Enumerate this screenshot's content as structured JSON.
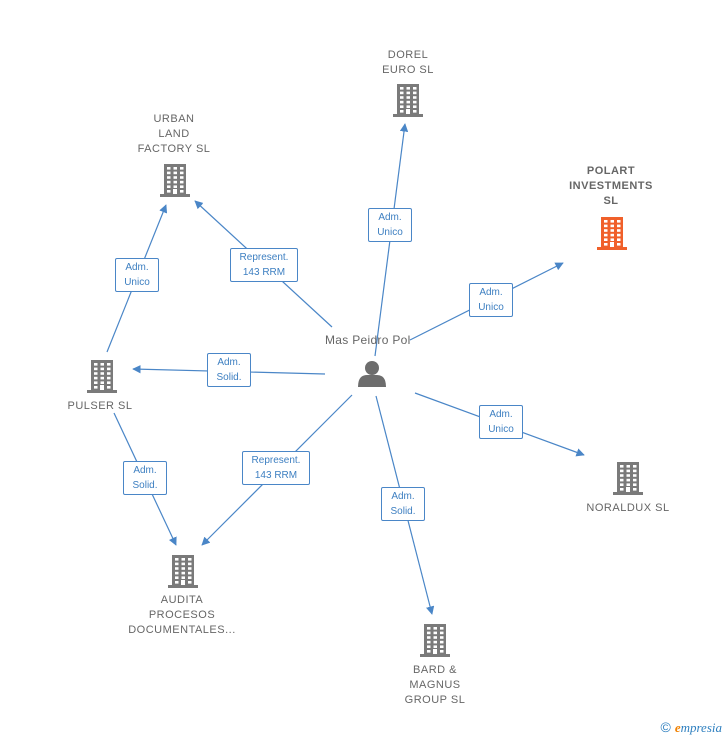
{
  "center": {
    "label": "Mas Peidro Pol"
  },
  "nodes": [
    {
      "id": "dorel",
      "label": "DOREL\nEURO SL",
      "highlight": false
    },
    {
      "id": "urban",
      "label": "URBAN\nLAND\nFACTORY  SL",
      "highlight": false
    },
    {
      "id": "polart",
      "label": "POLART\nINVESTMENTS\nSL",
      "highlight": true
    },
    {
      "id": "pulser",
      "label": "PULSER SL",
      "highlight": false
    },
    {
      "id": "noraldux",
      "label": "NORALDUX  SL",
      "highlight": false
    },
    {
      "id": "audita",
      "label": "AUDITA\nPROCESOS\nDOCUMENTALES...",
      "highlight": false
    },
    {
      "id": "bard",
      "label": "BARD &\nMAGNUS\nGROUP  SL",
      "highlight": false
    }
  ],
  "edges": [
    {
      "from": "center",
      "to": "dorel",
      "label": "Adm.\nUnico"
    },
    {
      "from": "center",
      "to": "urban",
      "label": "Represent.\n143 RRM"
    },
    {
      "from": "center",
      "to": "polart",
      "label": "Adm.\nUnico"
    },
    {
      "from": "center",
      "to": "pulser",
      "label": "Adm.\nSolid."
    },
    {
      "from": "center",
      "to": "noraldux",
      "label": "Adm.\nUnico"
    },
    {
      "from": "center",
      "to": "audita",
      "label": "Represent.\n143 RRM"
    },
    {
      "from": "center",
      "to": "bard",
      "label": "Adm.\nSolid."
    },
    {
      "from": "pulser",
      "to": "urban",
      "label": "Adm.\nUnico"
    },
    {
      "from": "pulser",
      "to": "audita",
      "label": "Adm.\nSolid."
    }
  ],
  "colors": {
    "edge": "#4a86c7",
    "building": "#7a7a7a",
    "building_highlight": "#f0602a",
    "person": "#6d6d6d"
  },
  "icons": {
    "company": "building-icon",
    "person": "person-icon"
  },
  "footer": {
    "copyright_symbol": "©",
    "brand_initial": "e",
    "brand_rest": "mpresia"
  }
}
